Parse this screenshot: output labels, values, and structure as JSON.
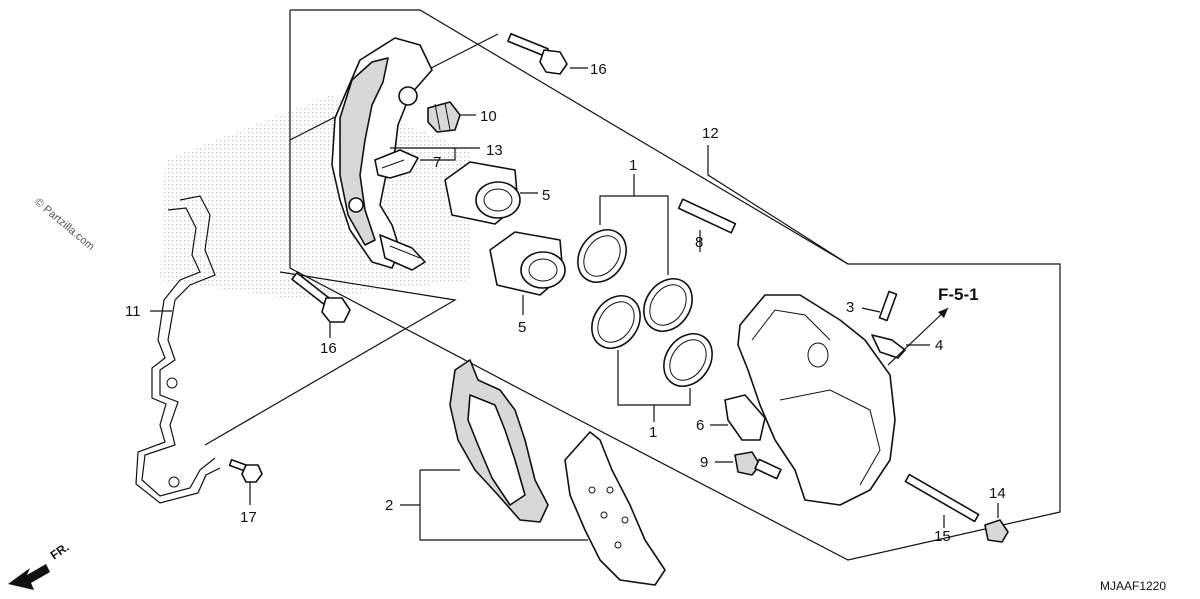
{
  "watermark": "© Partzilla.com",
  "direction_marker": "FR.",
  "reference": "F-5-1",
  "diagram_code": "MJAAF1220",
  "callouts": {
    "c1_top": "1",
    "c1_bottom": "1",
    "c2": "2",
    "c3": "3",
    "c4": "4",
    "c5_top": "5",
    "c5_bottom": "5",
    "c6": "6",
    "c7": "7",
    "c8": "8",
    "c9": "9",
    "c10": "10",
    "c11": "11",
    "c12": "12",
    "c13": "13",
    "c14": "14",
    "c15": "15",
    "c16_top": "16",
    "c16_bottom": "16",
    "c17": "17"
  },
  "colors": {
    "line": "#111111",
    "shade": "#d8d8d8",
    "watermark": "#555555"
  }
}
